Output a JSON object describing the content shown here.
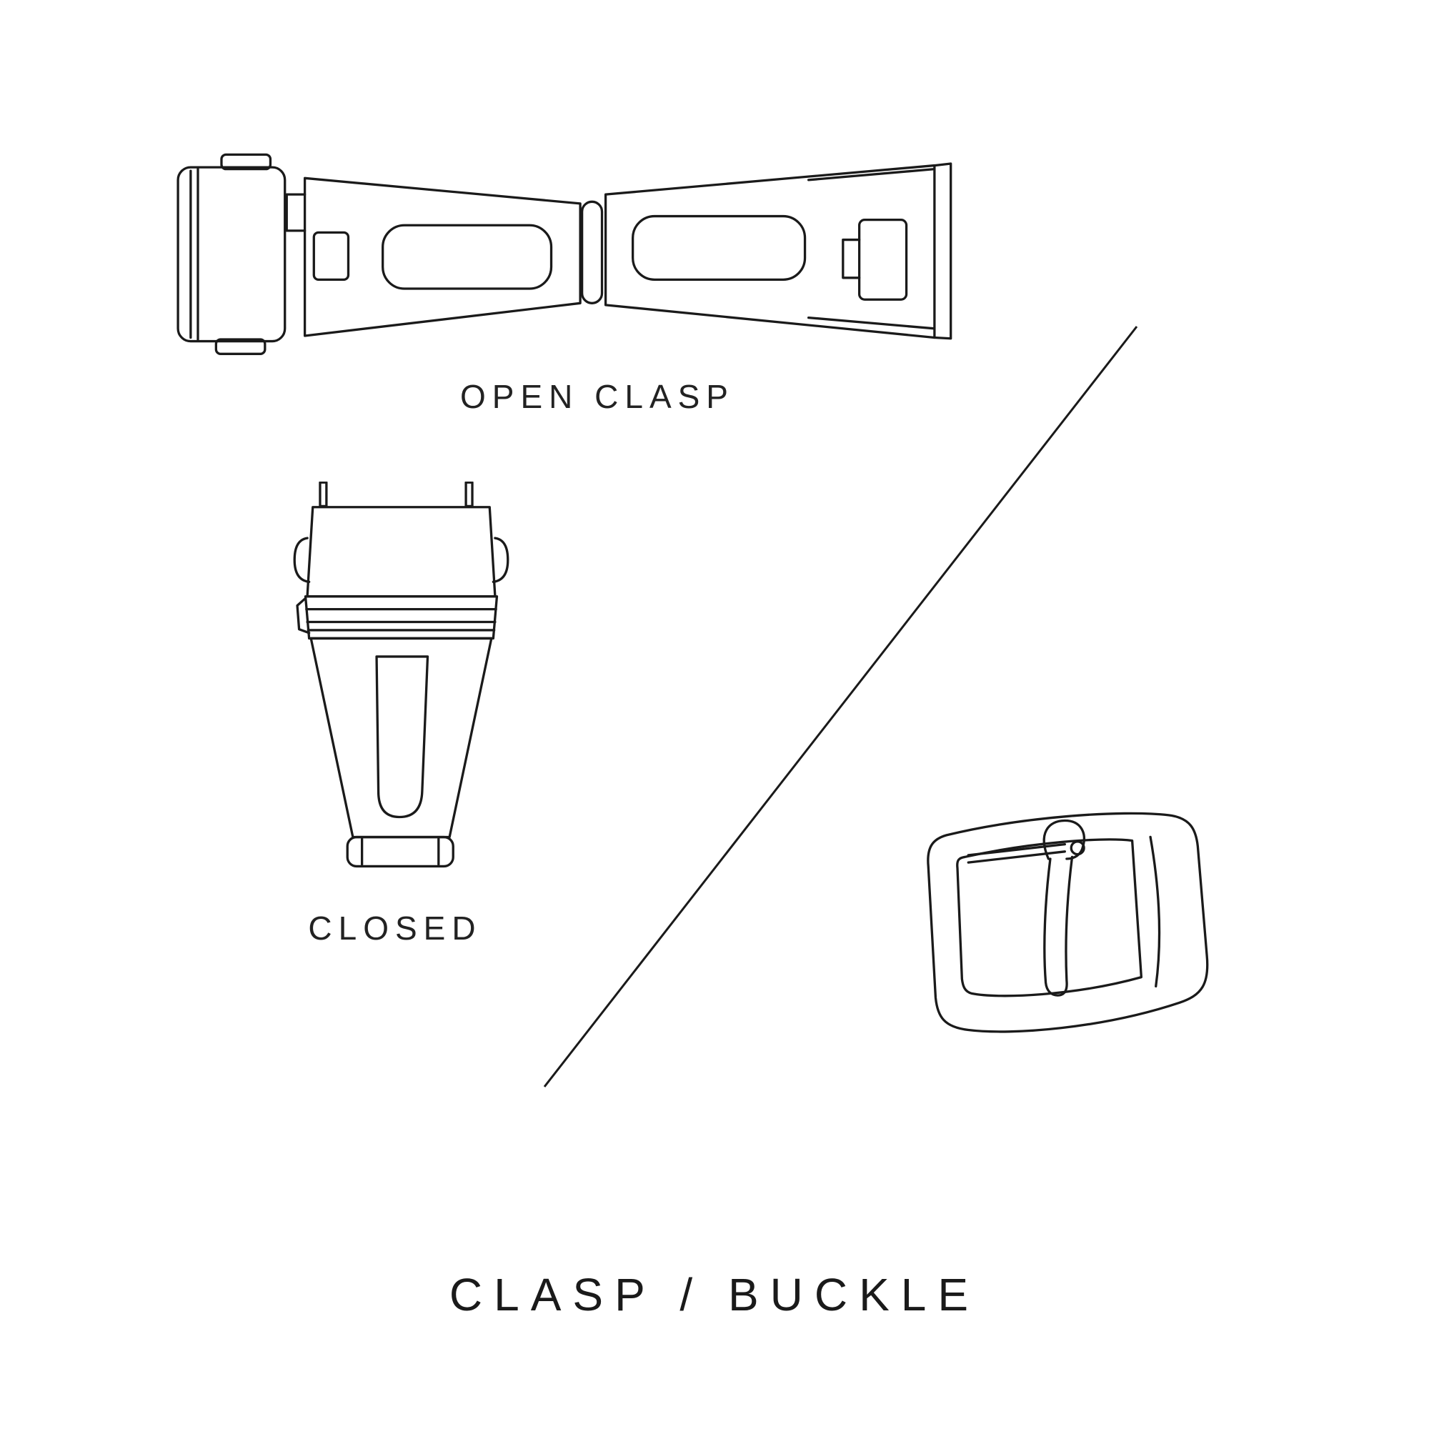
{
  "colors": {
    "background": "#ffffff",
    "ink": "#1a1a1a"
  },
  "diagram": {
    "open_clasp_label": "OPEN CLASP",
    "closed_label": "CLOSED",
    "title": "CLASP / BUCKLE",
    "illustrations": [
      {
        "name": "open-clasp-illustration",
        "description": "deployant clasp shown open, top view"
      },
      {
        "name": "closed-clasp-illustration",
        "description": "deployant clasp shown closed, top view"
      },
      {
        "name": "buckle-illustration",
        "description": "tang buckle, perspective view"
      }
    ]
  }
}
